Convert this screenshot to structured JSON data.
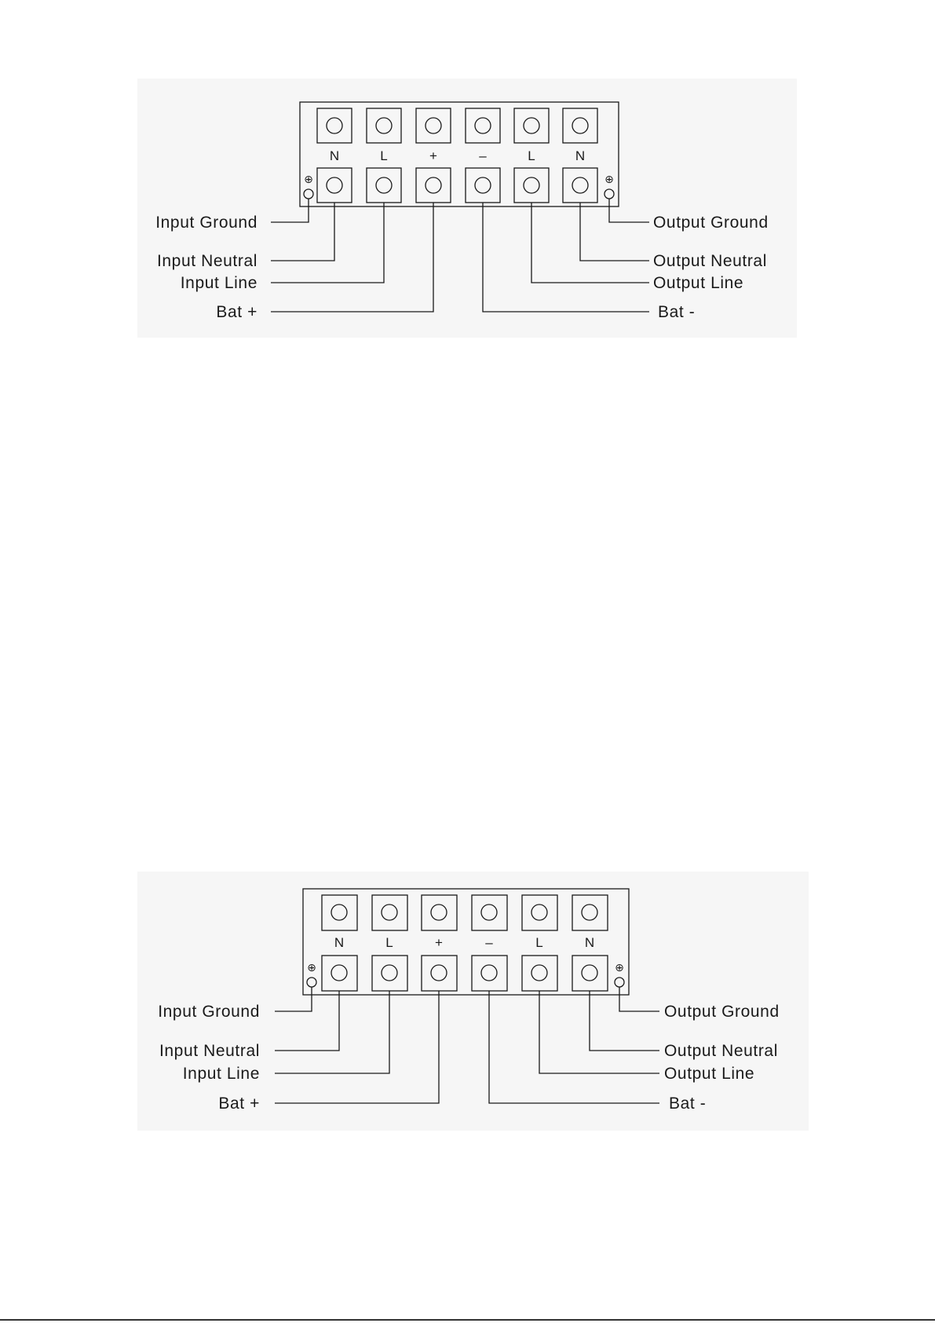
{
  "diagrams": [
    {
      "terminal_labels": [
        "N",
        "L",
        "+",
        "–",
        "L",
        "N"
      ],
      "ground_symbol": "⊕",
      "wire_labels": {
        "input_ground": "Input Ground",
        "input_neutral": "Input Neutral",
        "input_line": "Input Line",
        "bat_plus": "Bat +",
        "output_ground": "Output Ground",
        "output_neutral": "Output Neutral",
        "output_line": "Output Line",
        "bat_minus": "Bat -"
      }
    },
    {
      "terminal_labels": [
        "N",
        "L",
        "+",
        "–",
        "L",
        "N"
      ],
      "ground_symbol": "⊕",
      "wire_labels": {
        "input_ground": "Input Ground",
        "input_neutral": "Input Neutral",
        "input_line": "Input Line",
        "bat_plus": "Bat +",
        "output_ground": "Output Ground",
        "output_neutral": "Output Neutral",
        "output_line": "Output Line",
        "bat_minus": "Bat -"
      }
    }
  ]
}
